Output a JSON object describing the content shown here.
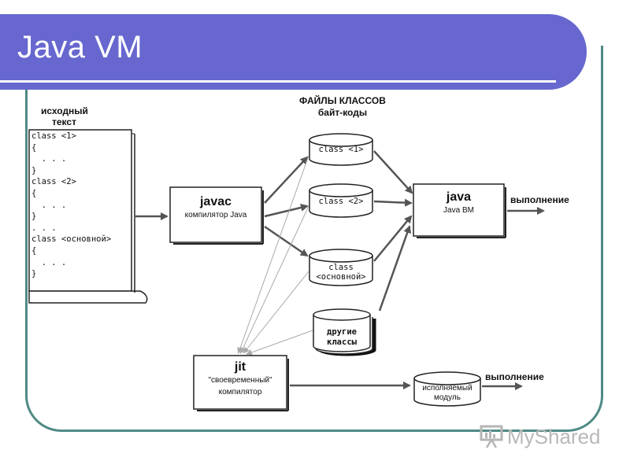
{
  "slide": {
    "title": "Java VM"
  },
  "diagram": {
    "source_label_line1": "исходный",
    "source_label_line2": "текст",
    "source_lines": [
      "class <1>",
      "{",
      "  . . .",
      "}",
      "class <2>",
      "{",
      "  . . .",
      "}",
      ". . .",
      "class <основной>",
      "{",
      "  . . .",
      "}"
    ],
    "class_files_header_line1": "ФАЙЛЫ КЛАССОВ",
    "class_files_header_line2": "байт-коды",
    "javac_title": "javac",
    "javac_subtitle": "компилятор Java",
    "cyl_class1": "class <1>",
    "cyl_class2": "class <2>",
    "cyl_main_line1": "class",
    "cyl_main_line2": "<основной>",
    "cyl_other_line1": "другие",
    "cyl_other_line2": "классы",
    "java_title": "java",
    "java_subtitle": "Java ВМ",
    "execution_1": "выполнение",
    "jit_title": "jit",
    "jit_line2": "\"своевременный\"",
    "jit_line3": "компилятор",
    "exec_module_line1": "исполняемый",
    "exec_module_line2": "модуль",
    "execution_2": "выполнение"
  },
  "logo": {
    "text": "MyShared"
  },
  "colors": {
    "title_band": "#6767cf",
    "frame": "#4f8a85",
    "arrow": "#555555"
  }
}
